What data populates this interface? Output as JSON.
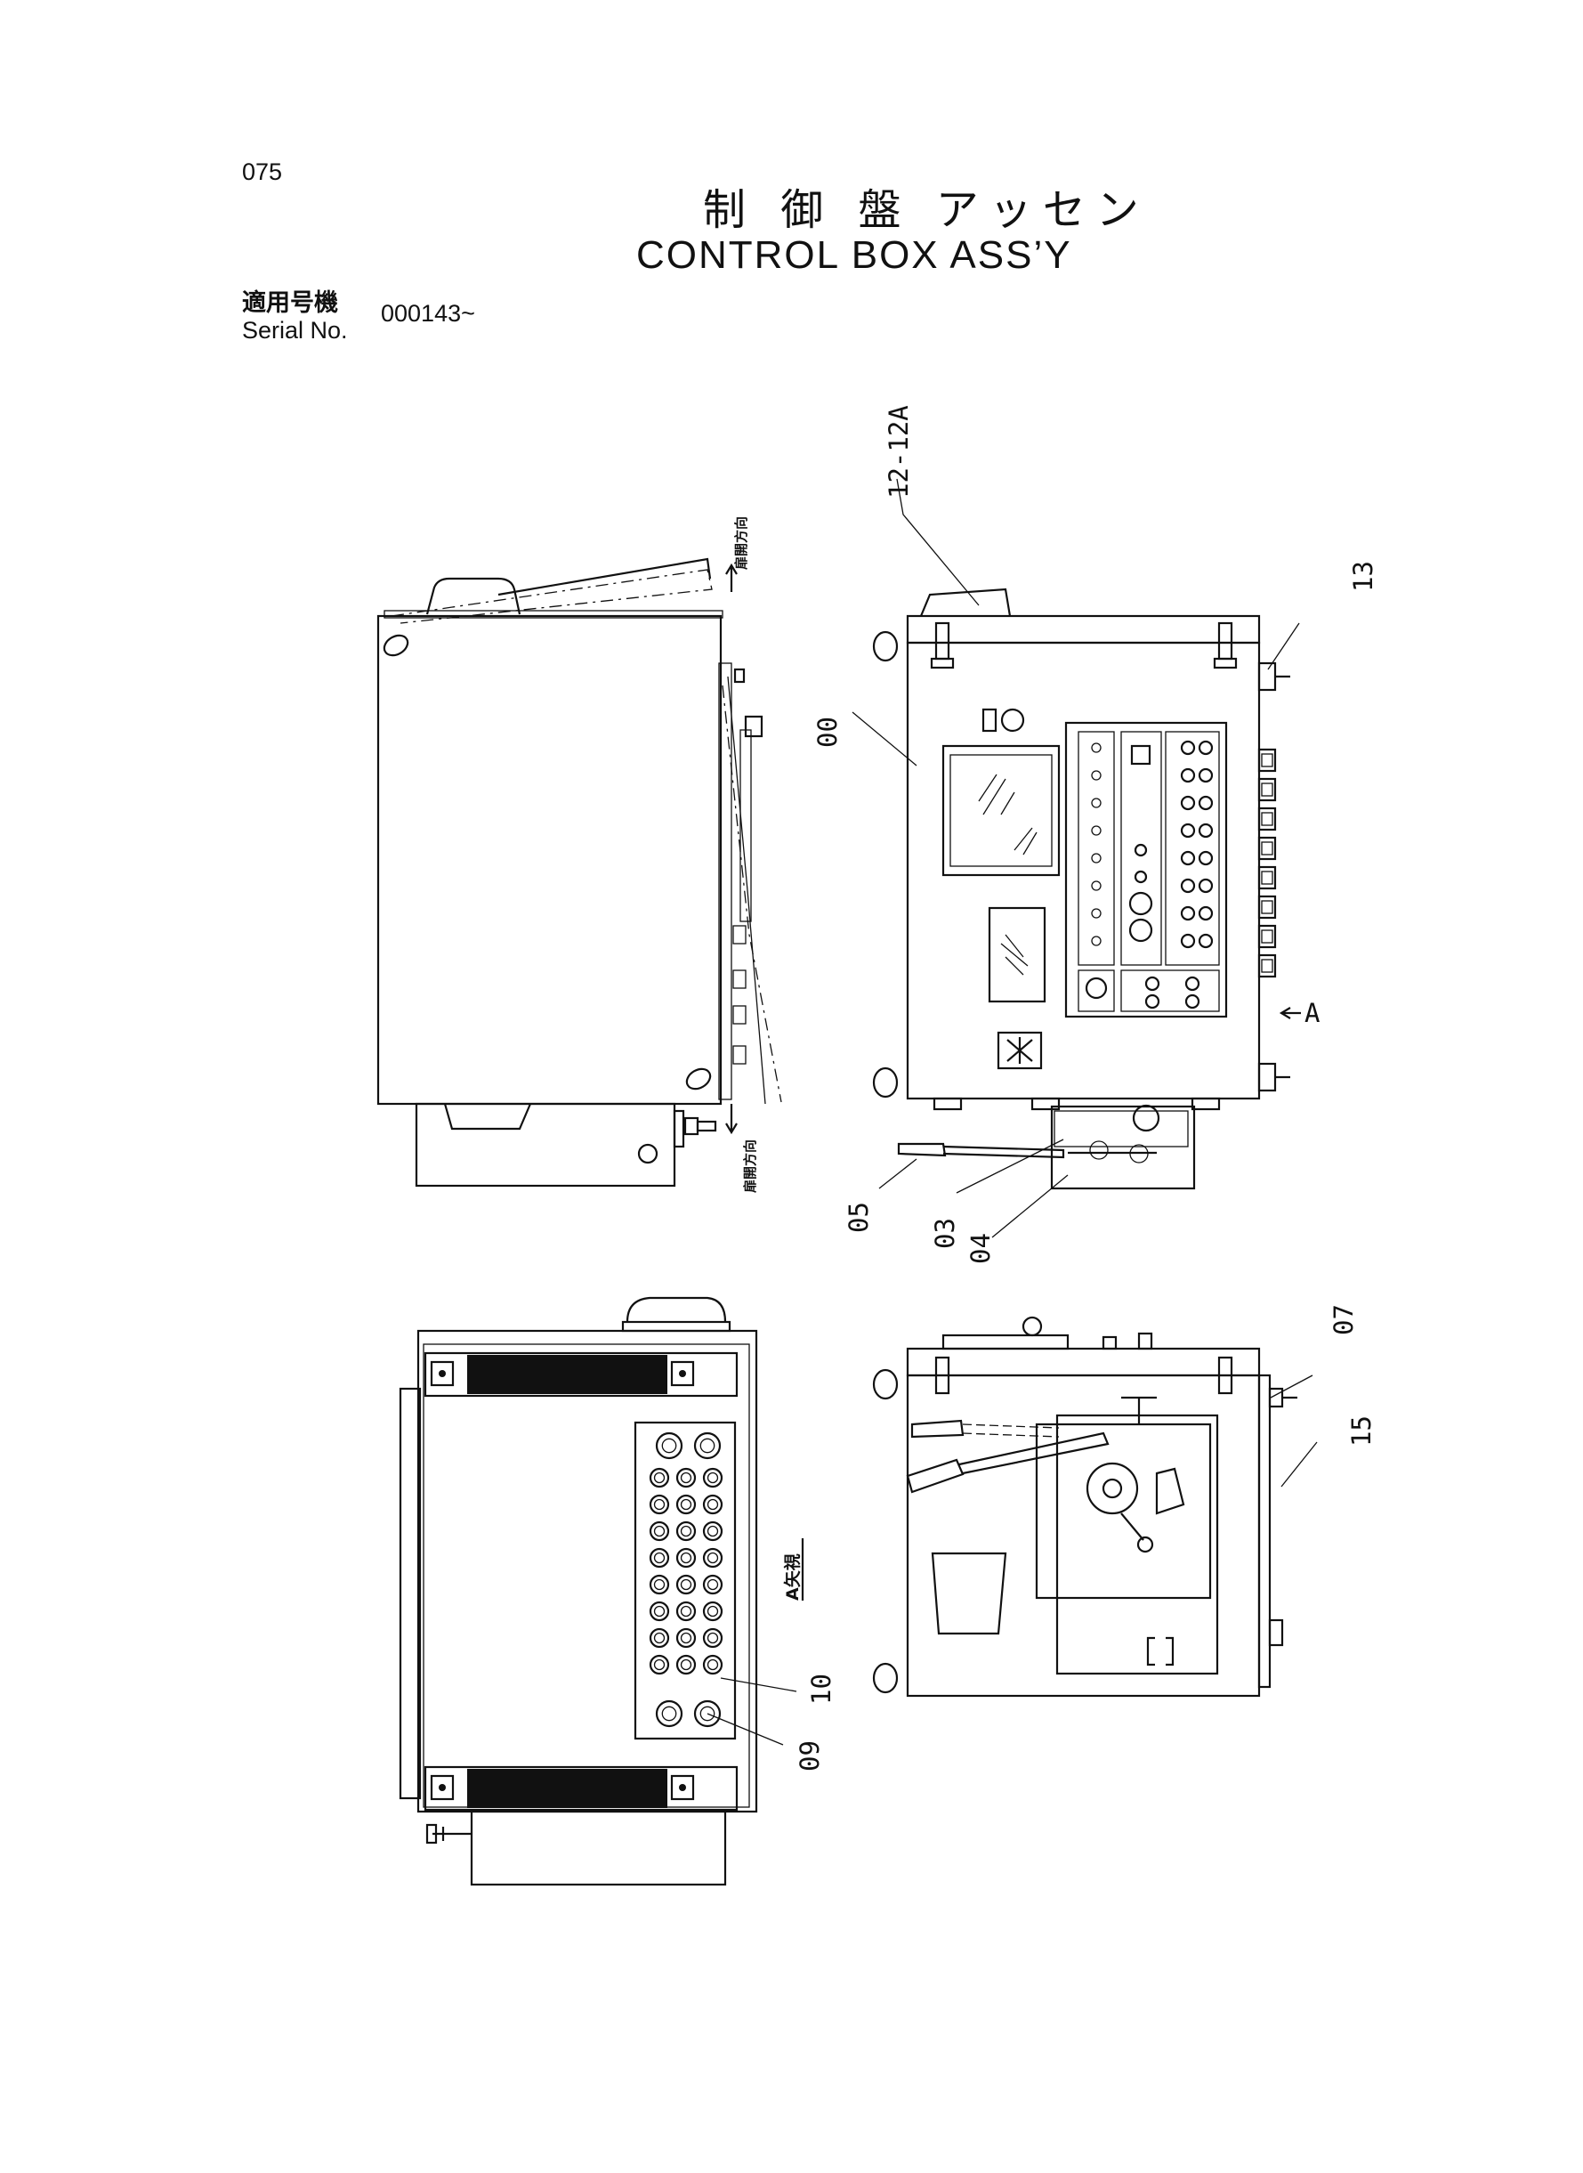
{
  "page_number": "075",
  "title_jp": "制 御 盤 アッセン",
  "title_en": "CONTROL  BOX  ASS’Y",
  "serial_label_jp": "適用号機",
  "serial_label_en": "Serial No.",
  "serial_value": "000143~",
  "callouts": {
    "c12_12a": "12-12A",
    "c13": "13",
    "c00": "00",
    "c05": "05",
    "c03": "03",
    "c04": "04",
    "c07": "07",
    "c15": "15",
    "c10": "10",
    "c09": "09",
    "arrow_a": "A"
  },
  "annotations": {
    "open_direction_top": "扉開方向",
    "open_direction_bottom": "扉開方向",
    "view_a": "A矢視"
  }
}
